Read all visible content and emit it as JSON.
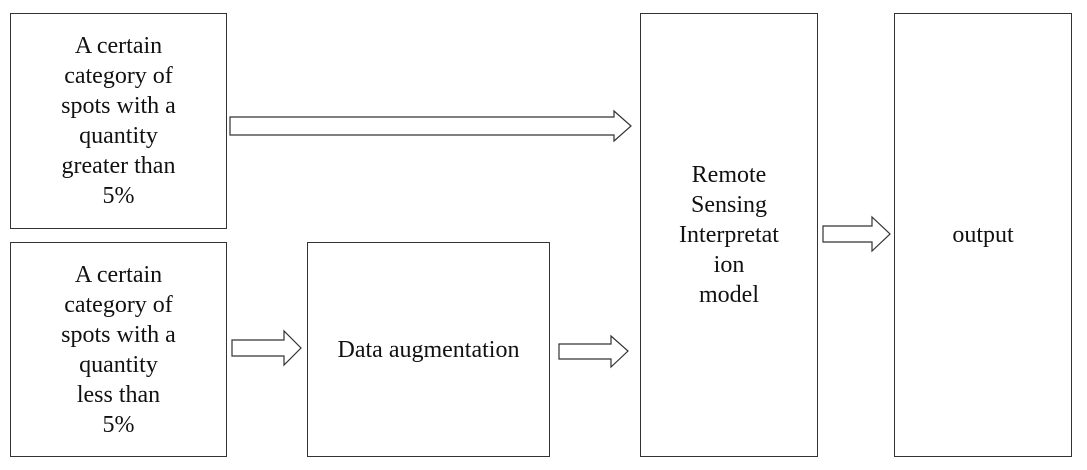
{
  "diagram": {
    "input_large": "A certain\ncategory of\nspots with a\nquantity\ngreater than\n5%",
    "input_small": "A certain\ncategory of\nspots with a\nquantity\nless than\n5%",
    "augmentation": "Data augmentation",
    "model": "Remote\nSensing\nInterpretat\nion\nmodel",
    "output": "output"
  }
}
